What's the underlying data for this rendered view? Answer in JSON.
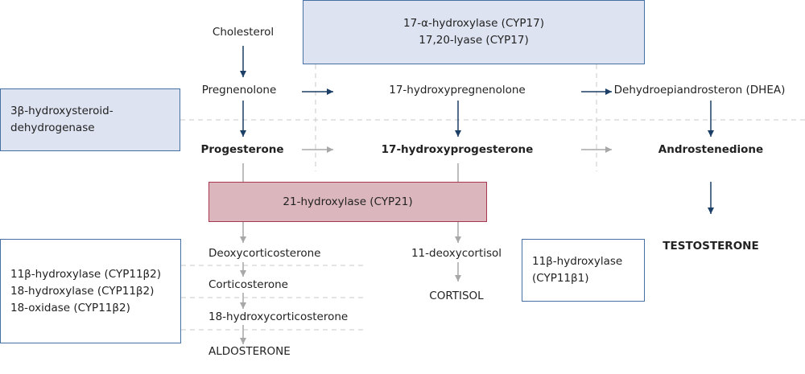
{
  "colors": {
    "dark_arrow": "#1b3f66",
    "gray_arrow": "#a7a7a7",
    "blue_box_fill": "#dde3f1",
    "blue_box_border": "#4470a3",
    "red_box_fill": "#dcb6bd",
    "red_box_border": "#a8364e",
    "white_box_border": "#4470a3",
    "dashed_line": "#c9c9c9"
  },
  "enzymes": {
    "cyp17": [
      "17-α-hydroxylase (CYP17)",
      "17,20-lyase (CYP17)"
    ],
    "hsd3b": [
      "3β-hydroxysteroid-",
      "dehydrogenase"
    ],
    "cyp21": "21-hydroxylase (CYP21)",
    "cyp11b2": [
      "11β-hydroxylase (CYP11β2)",
      "18-hydroxylase (CYP11β2)",
      "18-oxidase (CYP11β2)"
    ],
    "cyp11b1": [
      "11β-hydroxylase",
      "(CYP11β1)"
    ]
  },
  "compounds": {
    "cholesterol": "Cholesterol",
    "pregnenolone": "Pregnenolone",
    "hydroxypregnenolone": "17-hydroxypregnenolone",
    "dhea": "Dehydroepiandrosteron (DHEA)",
    "progesterone": "Progesterone",
    "hydroxyprogesterone": "17-hydroxyprogesterone",
    "androstenedione": "Androstenedione",
    "testosterone": "TESTOSTERONE",
    "deoxycorticosterone": "Deoxycorticosterone",
    "deoxycortisol": "11-deoxycortisol",
    "corticosterone": "Corticosterone",
    "cortisol": "CORTISOL",
    "hydroxycorticosterone": "18-hydroxycorticosterone",
    "aldosterone": "ALDOSTERONE"
  }
}
